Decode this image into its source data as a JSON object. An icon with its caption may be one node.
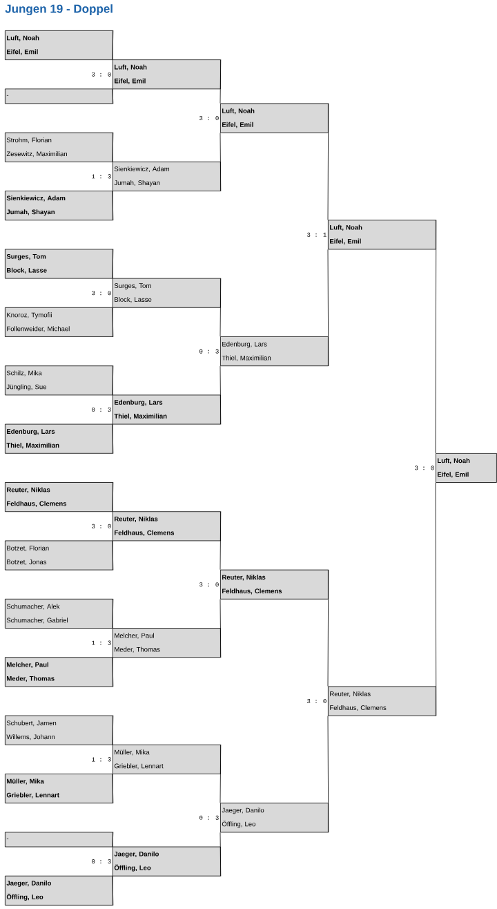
{
  "diagram": {
    "title": "Jungen 19 - Doppel",
    "nodes": [
      {
        "text": [
          "**Luft, Noah**",
          "**Eifel, Emil**"
        ]
      },
      {
        "text": [
          "**Luft, Noah**",
          "**Eifel, Emil**"
        ],
        "beside": [
          "3 : 0"
        ]
      },
      {
        "text": [
          "-"
        ]
      },
      {
        "text": [
          "**Luft, Noah**",
          "**Eifel, Emil**"
        ],
        "beside": [
          "3 : 0"
        ]
      },
      {
        "text": [
          "Strohm, Florian",
          "Zesewitz, Maximilian"
        ]
      },
      {
        "text": [
          "Sienkiewicz, Adam",
          "Jumah, Shayan"
        ],
        "beside": [
          "1 : 3"
        ]
      },
      {
        "text": [
          "**Sienkiewicz, Adam**",
          "**Jumah, Shayan**"
        ]
      },
      {
        "text": [
          "**Luft, Noah**",
          "**Eifel, Emil**"
        ],
        "beside": [
          "3 : 1"
        ]
      },
      {
        "text": [
          "**Surges, Tom**",
          "**Block, Lasse**"
        ]
      },
      {
        "text": [
          "Surges, Tom",
          "Block, Lasse"
        ],
        "beside": [
          "3 : 0"
        ]
      },
      {
        "text": [
          "Knoroz, Tymofii",
          "Follenweider, Michael"
        ]
      },
      {
        "text": [
          "Edenburg, Lars",
          "Thiel, Maximilian"
        ],
        "beside": [
          "0 : 3"
        ]
      },
      {
        "text": [
          "Schilz, Mika",
          "Jüngling, Sue"
        ]
      },
      {
        "text": [
          "**Edenburg, Lars**",
          "**Thiel, Maximilian**"
        ],
        "beside": [
          "0 : 3"
        ]
      },
      {
        "text": [
          "**Edenburg, Lars**",
          "**Thiel, Maximilian**"
        ]
      },
      {
        "text": [
          "**Luft, Noah**",
          "**Eifel, Emil**"
        ],
        "beside": [
          "3 : 0"
        ]
      },
      {
        "text": [
          "**Reuter, Niklas**",
          "**Feldhaus, Clemens**"
        ]
      },
      {
        "text": [
          "**Reuter, Niklas**",
          "**Feldhaus, Clemens**"
        ],
        "beside": [
          "3 : 0"
        ]
      },
      {
        "text": [
          "Botzet, Florian",
          "Botzet, Jonas"
        ]
      },
      {
        "text": [
          "**Reuter, Niklas**",
          "**Feldhaus, Clemens**"
        ],
        "beside": [
          "3 : 0"
        ]
      },
      {
        "text": [
          "Schumacher, Alek",
          "Schumacher, Gabriel"
        ]
      },
      {
        "text": [
          "Melcher, Paul",
          "Meder, Thomas"
        ],
        "beside": [
          "1 : 3"
        ]
      },
      {
        "text": [
          "**Melcher, Paul**",
          "**Meder, Thomas**"
        ]
      },
      {
        "text": [
          "Reuter, Niklas",
          "Feldhaus, Clemens"
        ],
        "beside": [
          "3 : 0"
        ]
      },
      {
        "text": [
          "Schubert, Jamen",
          "Willems, Johann"
        ]
      },
      {
        "text": [
          "Müller, Mika",
          "Griebler, Lennart"
        ],
        "beside": [
          "1 : 3"
        ]
      },
      {
        "text": [
          "**Müller, Mika**",
          "**Griebler, Lennart**"
        ]
      },
      {
        "text": [
          "Jaeger, Danilo",
          "Öffling, Leo"
        ],
        "beside": [
          "0 : 3"
        ]
      },
      {
        "text": [
          "-"
        ]
      },
      {
        "text": [
          "**Jaeger, Danilo**",
          "**Öffling, Leo**"
        ],
        "beside": [
          "0 : 3"
        ]
      },
      {
        "text": [
          "**Jaeger, Danilo**",
          "**Öffling, Leo**"
        ]
      }
    ],
    "edges": [
      {
        "from": 0,
        "to": 1,
        "arrow": "none"
      },
      {
        "from": 2,
        "to": 1,
        "arrow": "none"
      },
      {
        "from": 1,
        "to": 3,
        "arrow": "none"
      },
      {
        "from": 5,
        "to": 3,
        "arrow": "none"
      },
      {
        "from": 4,
        "to": 5,
        "arrow": "none"
      },
      {
        "from": 6,
        "to": 5,
        "arrow": "none"
      },
      {
        "from": 3,
        "to": 7,
        "arrow": "none"
      },
      {
        "from": 11,
        "to": 7,
        "arrow": "none"
      },
      {
        "from": 8,
        "to": 9,
        "arrow": "none"
      },
      {
        "from": 10,
        "to": 9,
        "arrow": "none"
      },
      {
        "from": 9,
        "to": 11,
        "arrow": "none"
      },
      {
        "from": 13,
        "to": 11,
        "arrow": "none"
      },
      {
        "from": 12,
        "to": 13,
        "arrow": "none"
      },
      {
        "from": 14,
        "to": 13,
        "arrow": "none"
      },
      {
        "from": 7,
        "to": 15,
        "arrow": "none"
      },
      {
        "from": 23,
        "to": 15,
        "arrow": "none"
      },
      {
        "from": 16,
        "to": 17,
        "arrow": "none"
      },
      {
        "from": 18,
        "to": 17,
        "arrow": "none"
      },
      {
        "from": 17,
        "to": 19,
        "arrow": "none"
      },
      {
        "from": 21,
        "to": 19,
        "arrow": "none"
      },
      {
        "from": 20,
        "to": 21,
        "arrow": "none"
      },
      {
        "from": 22,
        "to": 21,
        "arrow": "none"
      },
      {
        "from": 19,
        "to": 23,
        "arrow": "none"
      },
      {
        "from": 27,
        "to": 23,
        "arrow": "none"
      },
      {
        "from": 24,
        "to": 25,
        "arrow": "none"
      },
      {
        "from": 26,
        "to": 25,
        "arrow": "none"
      },
      {
        "from": 25,
        "to": 27,
        "arrow": "none"
      },
      {
        "from": 29,
        "to": 27,
        "arrow": "none"
      },
      {
        "from": 28,
        "to": 29,
        "arrow": "none"
      },
      {
        "from": 30,
        "to": 29,
        "arrow": "none"
      }
    ]
  }
}
